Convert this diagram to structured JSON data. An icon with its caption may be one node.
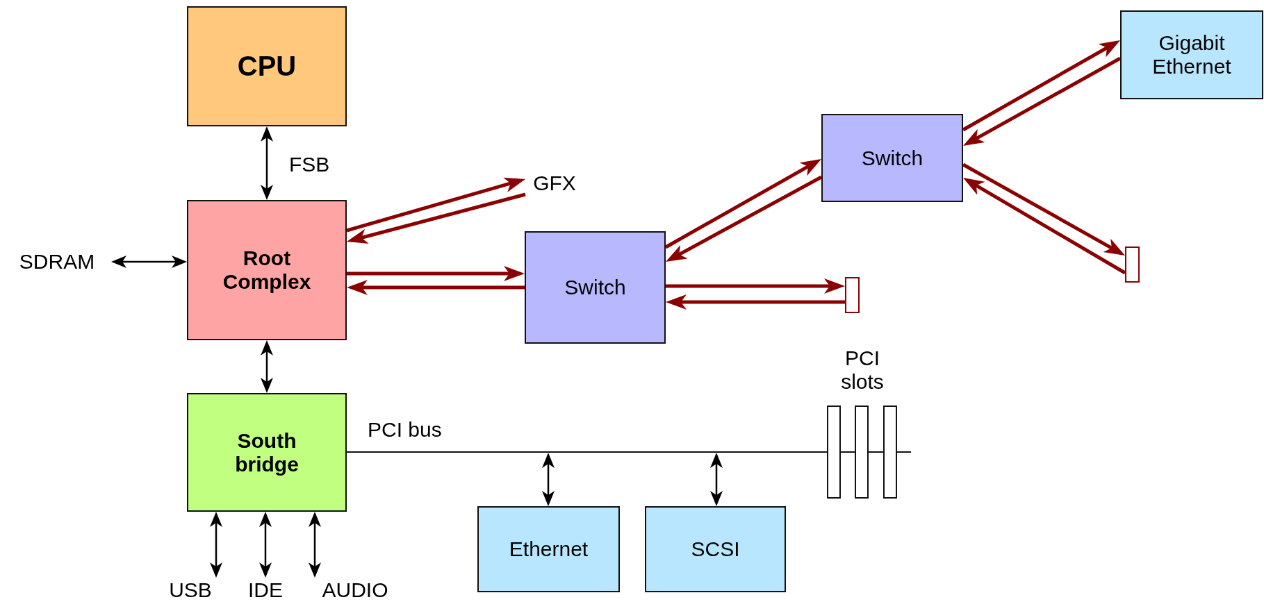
{
  "diagram": {
    "nodes": [
      {
        "text": [
          "CPU"
        ]
      },
      {
        "text": [
          "Root Complex"
        ]
      },
      {
        "text": [
          "South bridge"
        ]
      },
      {
        "text": [
          "Switch"
        ]
      },
      {
        "text": [
          "Switch"
        ]
      },
      {
        "text": [
          "Gigabit Ethernet"
        ]
      },
      {
        "text": [
          "Ethernet"
        ]
      },
      {
        "text": [
          "SCSI"
        ]
      },
      {
        "text": [
          "SDRAM"
        ]
      },
      {
        "text": [
          "GFX"
        ]
      },
      {
        "text": [],
        "shape": "bar"
      },
      {
        "text": [],
        "shape": "bar"
      },
      {
        "text": [
          "USB"
        ]
      },
      {
        "text": [
          "IDE"
        ]
      },
      {
        "text": [
          "AUDIO"
        ]
      },
      {
        "text": [
          "PCI bus"
        ]
      },
      {
        "text": [],
        "shape": "bar"
      },
      {
        "text": [],
        "shape": "bar"
      },
      {
        "text": [],
        "shape": "bar"
      }
    ],
    "edges": [
      {
        "from": 0,
        "to": 1,
        "arrow": "both",
        "label": "FSB",
        "color": "#000000"
      },
      {
        "from": 8,
        "to": 1,
        "arrow": "both",
        "color": "#000000"
      },
      {
        "from": 1,
        "to": 2,
        "arrow": "both",
        "color": "#000000"
      },
      {
        "from": 2,
        "to": 12,
        "arrow": "both",
        "color": "#000000"
      },
      {
        "from": 2,
        "to": 13,
        "arrow": "both",
        "color": "#000000"
      },
      {
        "from": 2,
        "to": 14,
        "arrow": "both",
        "color": "#000000"
      },
      {
        "from": 15,
        "to": 6,
        "arrow": "both",
        "color": "#000000"
      },
      {
        "from": 15,
        "to": 7,
        "arrow": "both",
        "color": "#000000"
      },
      {
        "from": 1,
        "to": 9,
        "arrow": "to"
      },
      {
        "from": 9,
        "to": 1,
        "arrow": "to"
      },
      {
        "from": 1,
        "to": 3,
        "arrow": "to"
      },
      {
        "from": 3,
        "to": 1,
        "arrow": "to"
      },
      {
        "from": 3,
        "to": 4,
        "arrow": "to"
      },
      {
        "from": 4,
        "to": 3,
        "arrow": "to"
      },
      {
        "from": 3,
        "to": 10,
        "arrow": "to"
      },
      {
        "from": 10,
        "to": 3,
        "arrow": "to"
      },
      {
        "from": 4,
        "to": 5,
        "arrow": "to"
      },
      {
        "from": 5,
        "to": 4,
        "arrow": "to"
      },
      {
        "from": 4,
        "to": 11,
        "arrow": "to"
      },
      {
        "from": 11,
        "to": 4,
        "arrow": "to"
      }
    ],
    "labels": [
      "PCI slots"
    ]
  }
}
